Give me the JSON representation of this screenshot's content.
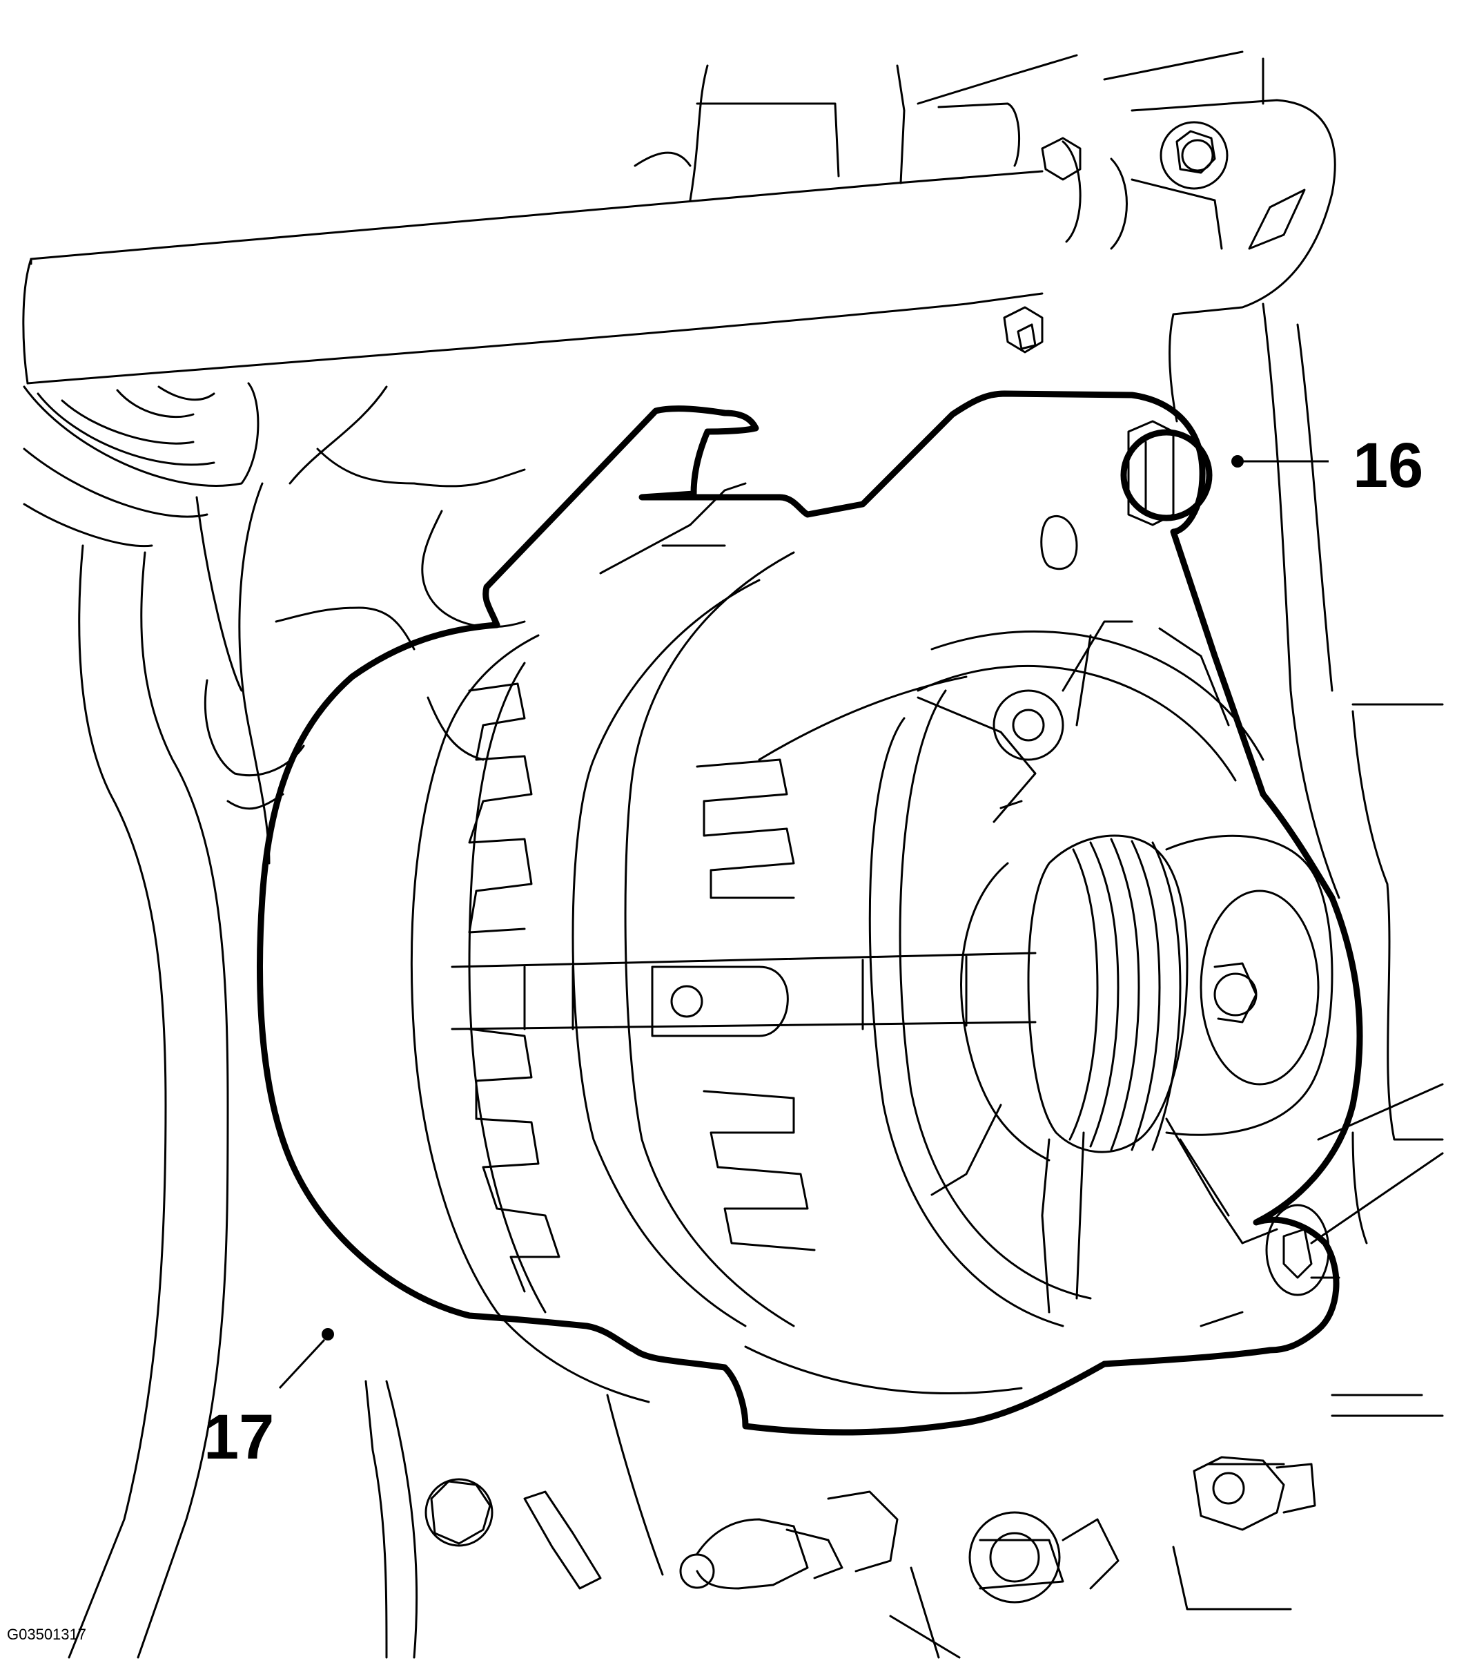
{
  "diagram": {
    "subject": "alternator-installation",
    "figure_id": "G03501317",
    "callouts": [
      {
        "label": "16",
        "target": "alternator-upper-bolt"
      },
      {
        "label": "17",
        "target": "alternator-outline"
      }
    ]
  }
}
